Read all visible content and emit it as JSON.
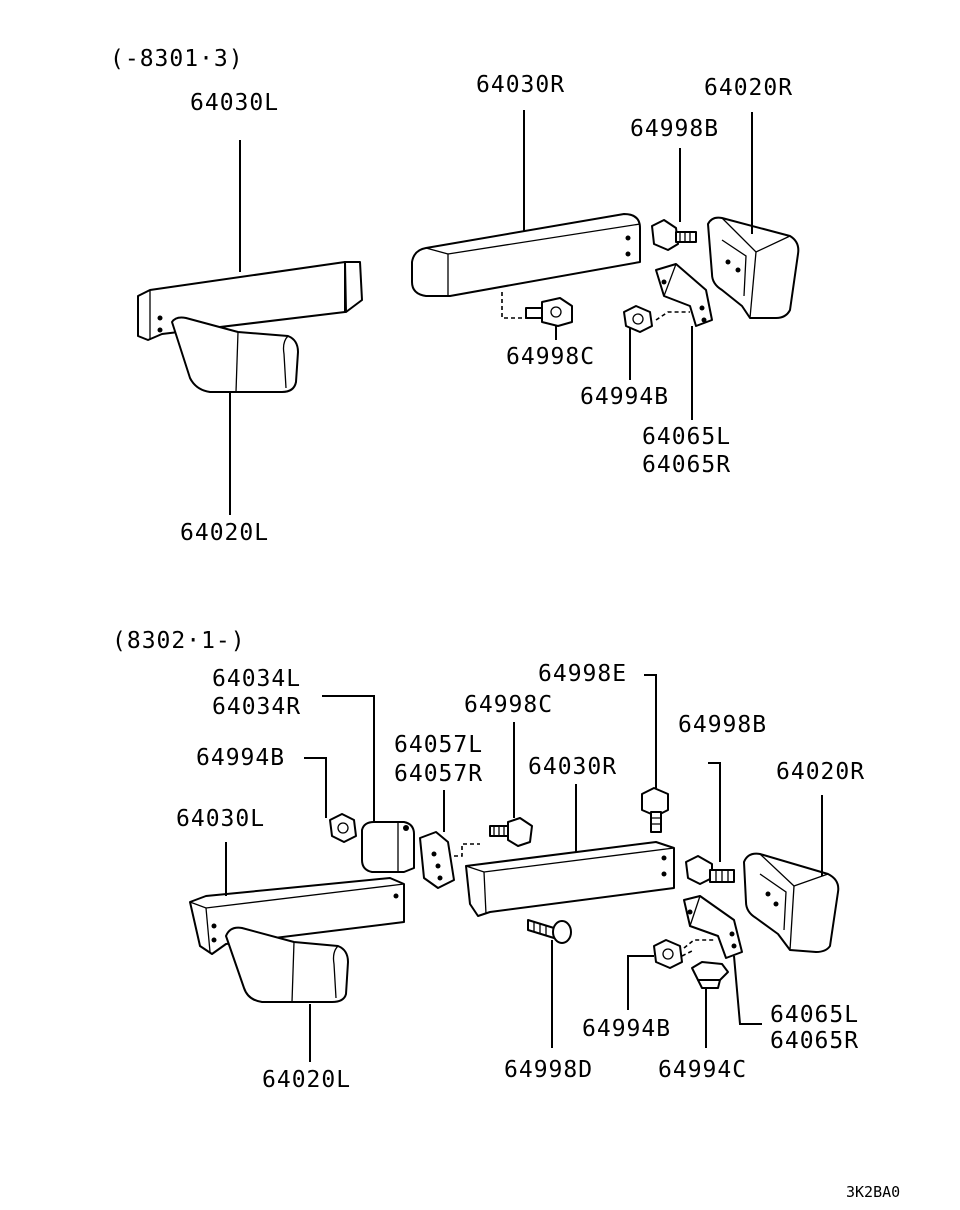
{
  "sections": {
    "top_range": "(-8301·3)",
    "bottom_range": "(8302·1-)"
  },
  "top": {
    "p_64030L": "64030L",
    "p_64030R": "64030R",
    "p_64020R": "64020R",
    "p_64998B": "64998B",
    "p_64998C": "64998C",
    "p_64994B": "64994B",
    "p_64065L": "64065L",
    "p_64065R": "64065R",
    "p_64020L": "64020L"
  },
  "bottom": {
    "p_64034L": "64034L",
    "p_64034R": "64034R",
    "p_64998E": "64998E",
    "p_64998C": "64998C",
    "p_64998B": "64998B",
    "p_64057L": "64057L",
    "p_64057R": "64057R",
    "p_64994B_a": "64994B",
    "p_64030R": "64030R",
    "p_64020R": "64020R",
    "p_64030L": "64030L",
    "p_64065L": "64065L",
    "p_64065R": "64065R",
    "p_64994B_b": "64994B",
    "p_64998D": "64998D",
    "p_64994C": "64994C",
    "p_64020L": "64020L"
  },
  "footer_code": "3K2BA0"
}
